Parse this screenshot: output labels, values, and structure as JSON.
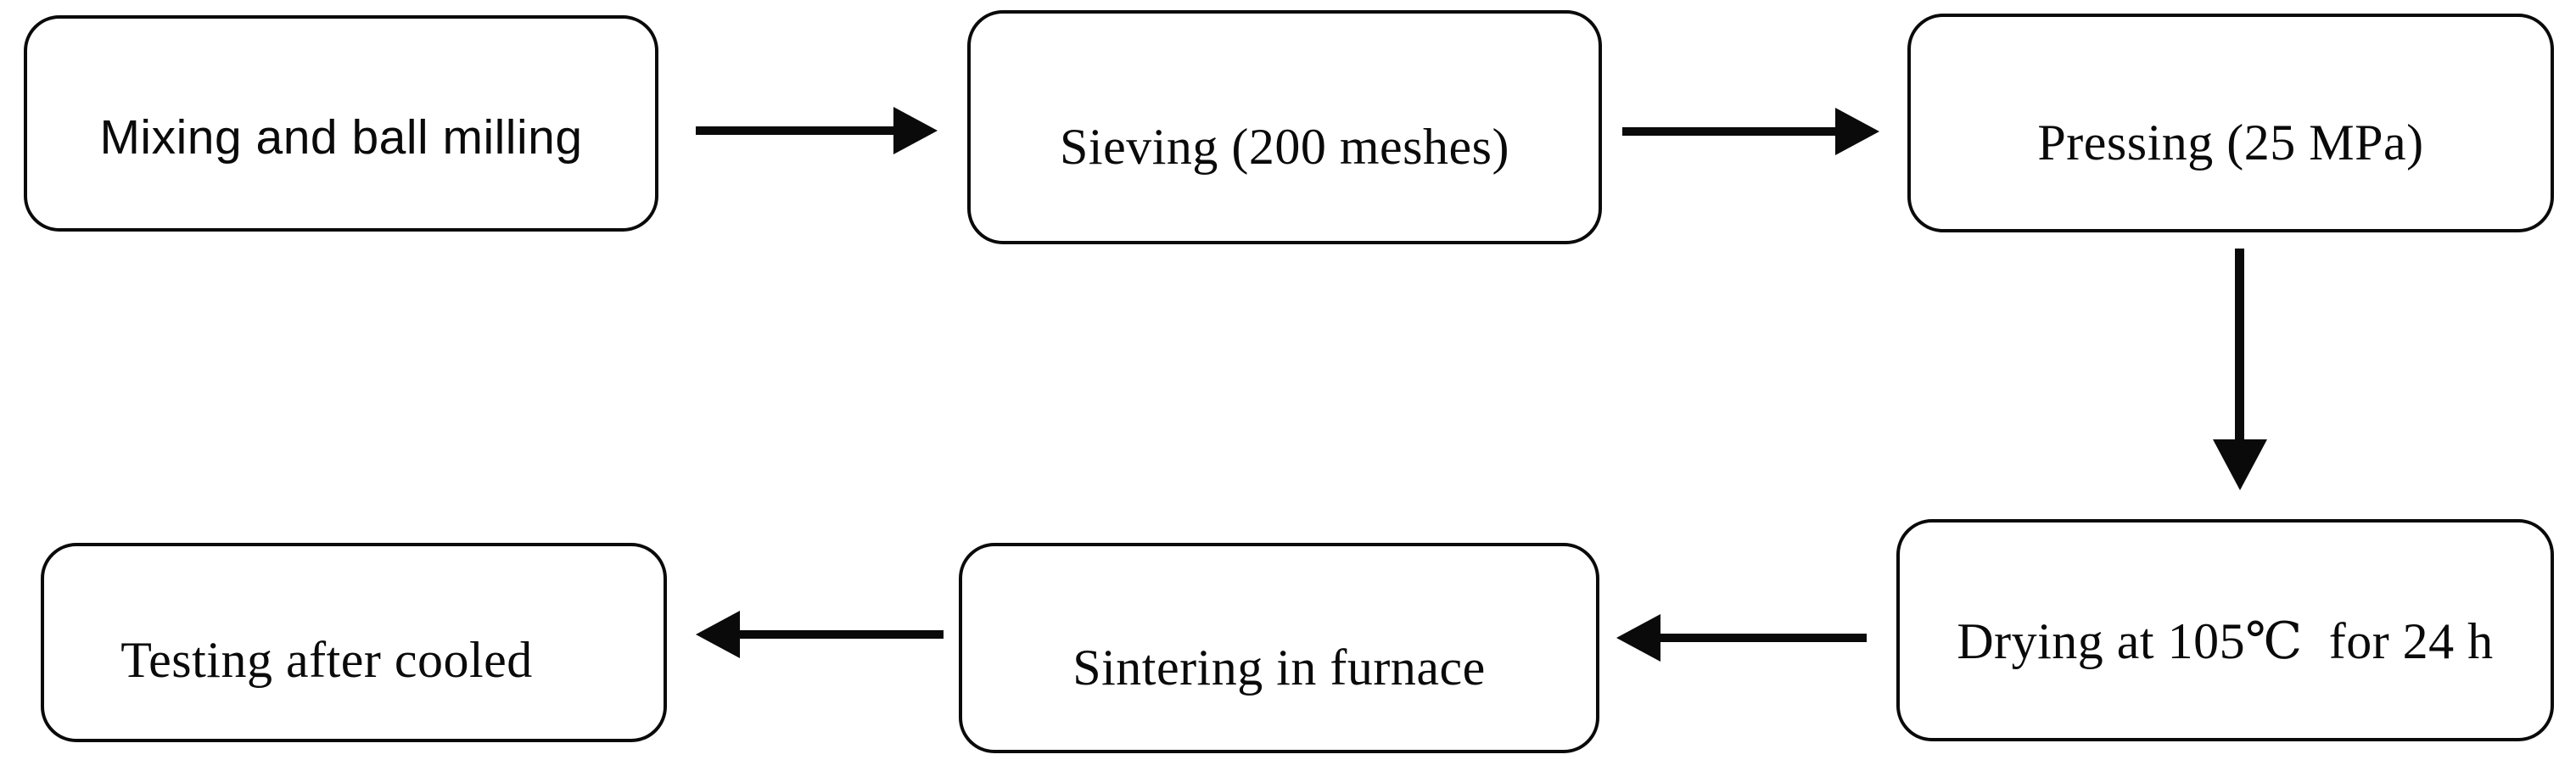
{
  "flowchart": {
    "nodes": [
      {
        "id": "mixing",
        "label": "Mixing and ball milling"
      },
      {
        "id": "sieving",
        "label": "Sieving (200 meshes)"
      },
      {
        "id": "pressing",
        "label": "Pressing (25 MPa)"
      },
      {
        "id": "drying",
        "label": "Drying at 105℃  for 24 h"
      },
      {
        "id": "sintering",
        "label": "Sintering in furnace"
      },
      {
        "id": "testing",
        "label": "Testing after cooled"
      }
    ],
    "edges": [
      {
        "from": "mixing",
        "to": "sieving",
        "direction": "right"
      },
      {
        "from": "sieving",
        "to": "pressing",
        "direction": "right"
      },
      {
        "from": "pressing",
        "to": "drying",
        "direction": "down"
      },
      {
        "from": "drying",
        "to": "sintering",
        "direction": "left"
      },
      {
        "from": "sintering",
        "to": "testing",
        "direction": "left"
      }
    ],
    "colors": {
      "stroke": "#0a0a0a",
      "background": "#ffffff"
    }
  }
}
